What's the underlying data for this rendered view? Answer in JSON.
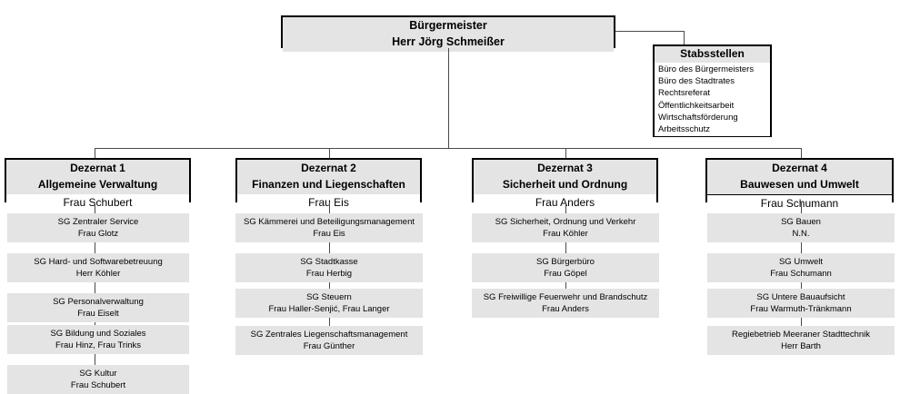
{
  "chart_data": {
    "type": "diagram",
    "title": "Organigramm Stadtverwaltung",
    "layout": "top-down organizational hierarchy with 4 departments"
  },
  "root": {
    "title": "Bürgermeister",
    "person": "Herr Jörg Schmeißer"
  },
  "staff_unit": {
    "title": "Stabsstellen",
    "items": [
      "Büro des Bürgermeisters",
      "Büro des Stadtrates",
      "Rechtsreferat",
      "Öffentlichkeitsarbeit",
      "Wirtschaftsförderung",
      "Arbeitsschutz"
    ]
  },
  "departments": [
    {
      "number": "Dezernat 1",
      "name": "Allgemeine Verwaltung",
      "person": "Frau Schubert",
      "units": [
        {
          "title": "SG Zentraler Service",
          "person": "Frau Glotz"
        },
        {
          "title": "SG Hard- und Softwarebetreuung",
          "person": "Herr Köhler"
        },
        {
          "title": "SG Personalverwaltung",
          "person": "Frau Eiselt"
        },
        {
          "title": "SG Bildung und Soziales",
          "person": "Frau Hinz, Frau Trinks"
        },
        {
          "title": "SG Kultur",
          "person": "Frau Schubert"
        }
      ]
    },
    {
      "number": "Dezernat 2",
      "name": "Finanzen und Liegenschaften",
      "person": "Frau Eis",
      "units": [
        {
          "title": "SG Kämmerei und Beteiligungsmanagement",
          "person": "Frau Eis"
        },
        {
          "title": "SG Stadtkasse",
          "person": "Frau Herbig"
        },
        {
          "title": "SG Steuern",
          "person": "Frau Haller-Senjić, Frau Langer"
        },
        {
          "title": "SG Zentrales Liegenschaftsmanagement",
          "person": "Frau Günther"
        }
      ]
    },
    {
      "number": "Dezernat 3",
      "name": "Sicherheit und Ordnung",
      "person": "Frau Anders",
      "units": [
        {
          "title": "SG Sicherheit, Ordnung und Verkehr",
          "person": "Frau Köhler"
        },
        {
          "title": "SG Bürgerbüro",
          "person": "Frau Göpel"
        },
        {
          "title": "SG Freiwillige Feuerwehr und Brandschutz",
          "person": "Frau Anders"
        }
      ]
    },
    {
      "number": "Dezernat 4",
      "name": "Bauwesen und Umwelt",
      "person": "Frau Schumann",
      "units": [
        {
          "title": "SG Bauen",
          "person": "N.N."
        },
        {
          "title": "SG Umwelt",
          "person": "Frau Schumann"
        },
        {
          "title": "SG Untere Bauaufsicht",
          "person": "Frau Warmuth-Tränkmann"
        },
        {
          "title": "Regiebetrieb Meeraner Stadttechnik",
          "person": "Herr Barth"
        }
      ]
    }
  ],
  "colors": {
    "box_fill": "#e4e4e4",
    "line": "#4b4b4b",
    "border": "#000000",
    "background": "#ffffff"
  }
}
